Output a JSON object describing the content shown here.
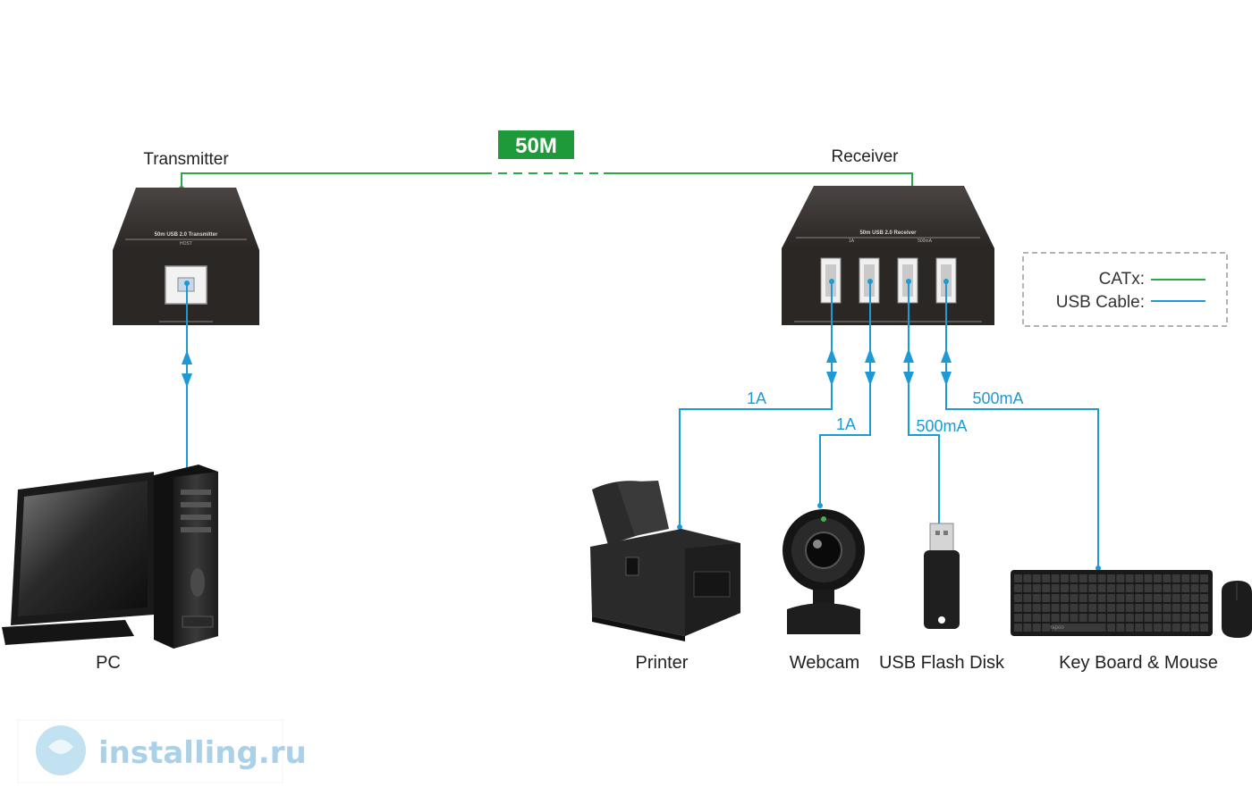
{
  "diagram": {
    "distance_badge": "50M",
    "transmitter": {
      "label": "Transmitter",
      "panel_title": "50m USB 2.0 Transmitter",
      "port_label": "HOST"
    },
    "receiver": {
      "label": "Receiver",
      "panel_title": "50m USB 2.0 Receiver",
      "port_label_left": "1A",
      "port_label_right": "500mA"
    },
    "legend": {
      "catx_label": "CATx:",
      "usb_label": "USB  Cable:"
    },
    "currents": {
      "printer": "1A",
      "webcam": "1A",
      "flash": "500mA",
      "keyboard": "500mA"
    },
    "devices": {
      "pc": "PC",
      "printer": "Printer",
      "webcam": "Webcam",
      "flash": "USB Flash Disk",
      "keyboard": "Key Board & Mouse"
    },
    "keyboard_brand": "rapoo",
    "watermark": "installing.ru",
    "colors": {
      "catx": "#2aa845",
      "usb": "#1c9ad6",
      "badge_bg": "#1f9a3a",
      "device_dark": "#2d2a28",
      "watermark": "#9cc9e4"
    }
  }
}
